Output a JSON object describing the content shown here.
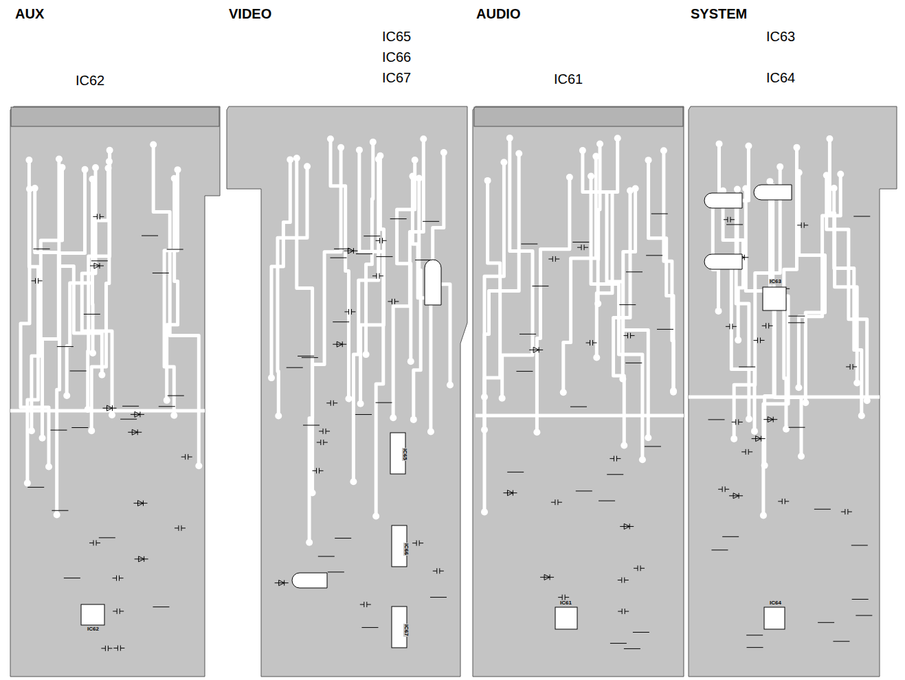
{
  "diagram": {
    "labels": [
      "AUX",
      "VIDEO",
      "AUDIO",
      "SYSTEM",
      "IC65",
      "IC66",
      "IC67",
      "IC63",
      "IC62",
      "IC61",
      "IC64",
      "IC63",
      "IC65",
      "IC66",
      "IC67",
      "IC61",
      "IC62",
      "IC64"
    ]
  }
}
